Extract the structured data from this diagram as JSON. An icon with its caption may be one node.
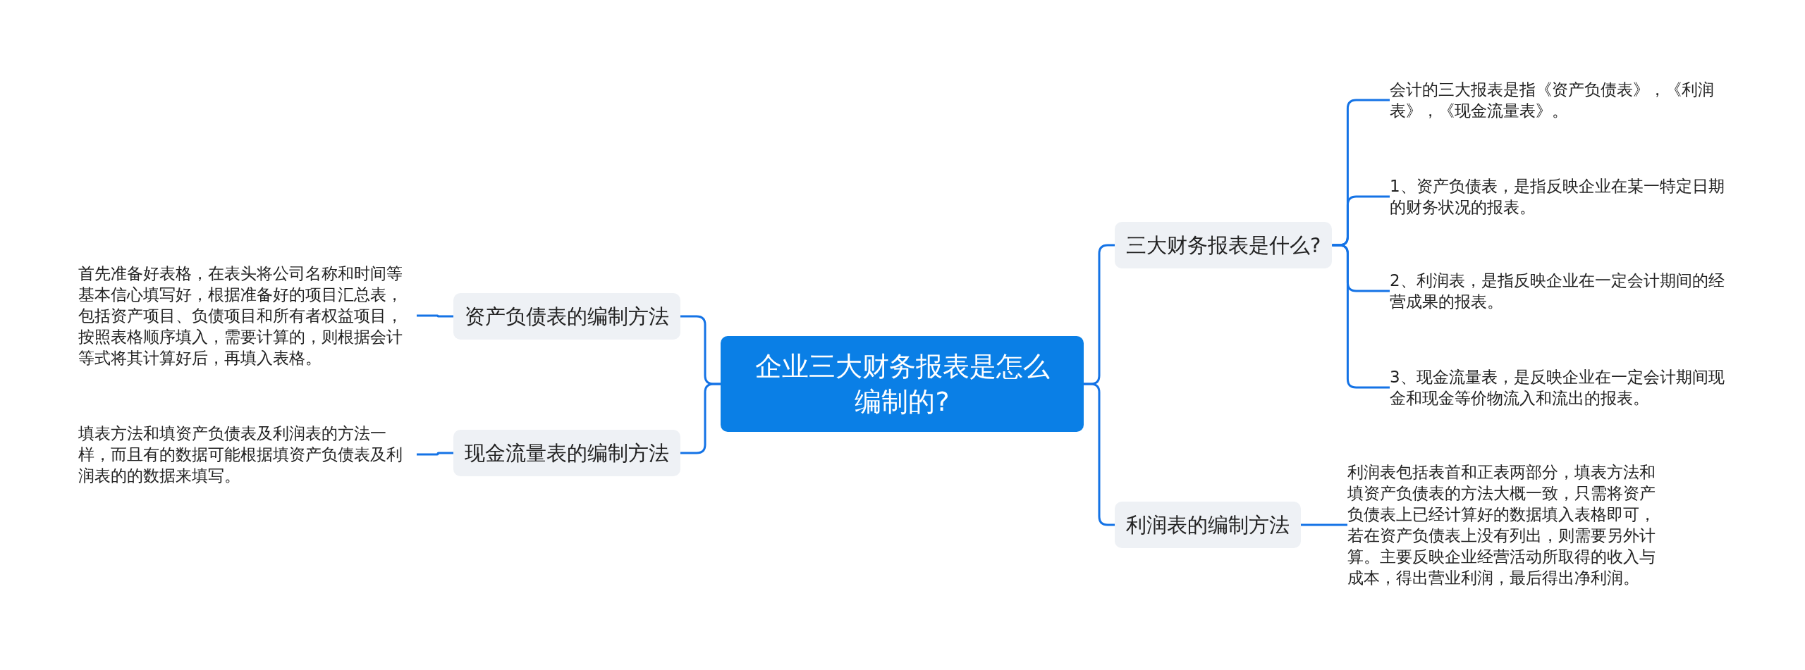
{
  "diagram": {
    "nodes": [
      {
        "text": [
          "企业三大财务报表是怎么编制的?"
        ]
      },
      {
        "text": [
          "三大财务报表是什么?"
        ]
      },
      {
        "text": [
          "会计的三大报表是指《资产负债表》，《利润表》，《现金流量表》。"
        ]
      },
      {
        "text": [
          "1、资产负债表，是指反映企业在某一特定日期的财务状况的报表。"
        ]
      },
      {
        "text": [
          "2、利润表，是指反映企业在一定会计期间的经营成果的报表。"
        ]
      },
      {
        "text": [
          "3、现金流量表，是反映企业在一定会计期间现金和现金等价物流入和流出的报表。"
        ]
      },
      {
        "text": [
          "利润表的编制方法"
        ]
      },
      {
        "text": [
          "利润表包括表首和正表两部分，填表方法和填资产负债表的方法大概一致，只需将资产负债表上已经计算好的数据填入表格即可，若在资产负债表上没有列出，则需要另外计算。主要反映企业经营活动所取得的收入与成本，得出营业利润，最后得出净利润。"
        ]
      },
      {
        "text": [
          "资产负债表的编制方法"
        ]
      },
      {
        "text": [
          "首先准备好表格，在表头将公司名称和时间等基本信心填写好，根据准备好的项目汇总表，包括资产项目、负债项目和所有者权益项目，按照表格顺序填入，需要计算的，则根据会计等式将其计算好后，再填入表格。"
        ]
      },
      {
        "text": [
          "现金流量表的编制方法"
        ]
      },
      {
        "text": [
          "填表方法和填资产负债表及利润表的方法一样，而且有的数据可能根据填资产负债表及利润表的的数据来填写。"
        ]
      }
    ],
    "edges": [
      {
        "from": 0,
        "to": 1,
        "arrow": "none"
      },
      {
        "from": 1,
        "to": 2,
        "arrow": "none"
      },
      {
        "from": 1,
        "to": 3,
        "arrow": "none"
      },
      {
        "from": 1,
        "to": 4,
        "arrow": "none"
      },
      {
        "from": 1,
        "to": 5,
        "arrow": "none"
      },
      {
        "from": 0,
        "to": 6,
        "arrow": "none"
      },
      {
        "from": 6,
        "to": 7,
        "arrow": "none"
      },
      {
        "from": 0,
        "to": 8,
        "arrow": "none"
      },
      {
        "from": 8,
        "to": 9,
        "arrow": "none"
      },
      {
        "from": 0,
        "to": 10,
        "arrow": "none"
      },
      {
        "from": 10,
        "to": 11,
        "arrow": "none"
      }
    ]
  }
}
